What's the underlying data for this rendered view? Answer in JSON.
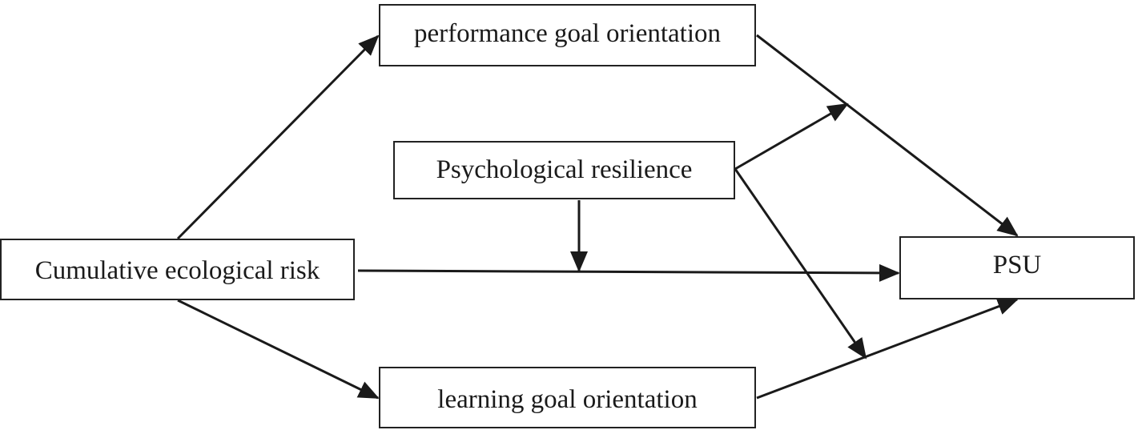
{
  "diagram": {
    "nodes": {
      "performance": "performance goal orientation",
      "resilience": "Psychological resilience",
      "risk": "Cumulative ecological risk",
      "psu": "PSU",
      "learning": "learning goal orientation"
    },
    "edges": [
      {
        "from": "Cumulative ecological risk",
        "to": "performance goal orientation"
      },
      {
        "from": "Cumulative ecological risk",
        "to": "learning goal orientation"
      },
      {
        "from": "Cumulative ecological risk",
        "to": "PSU"
      },
      {
        "from": "performance goal orientation",
        "to": "PSU"
      },
      {
        "from": "learning goal orientation",
        "to": "PSU"
      },
      {
        "from": "Psychological resilience",
        "to": "Cumulative ecological risk → PSU",
        "type": "moderation"
      },
      {
        "from": "Psychological resilience",
        "to": "performance goal orientation → PSU",
        "type": "moderation"
      },
      {
        "from": "Psychological resilience",
        "to": "learning goal orientation → PSU",
        "type": "moderation"
      }
    ],
    "line_color": "#1a1a1a"
  }
}
